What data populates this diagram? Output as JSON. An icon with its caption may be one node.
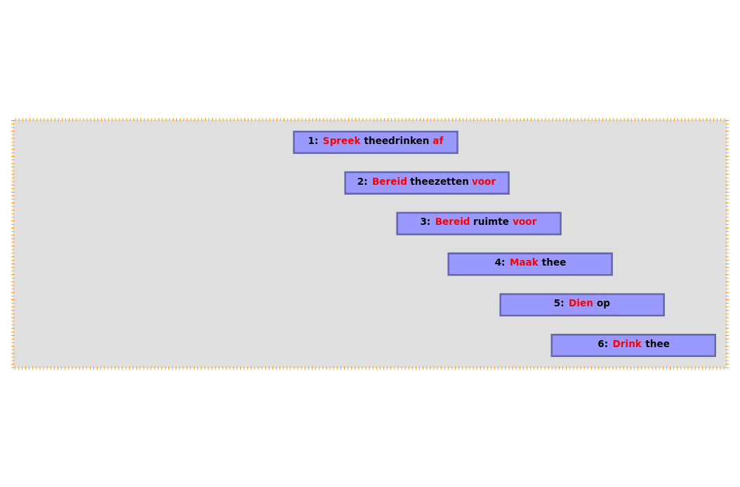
{
  "diagram": {
    "nodes": [
      {
        "text": [],
        "shape": "box"
      },
      {
        "text": [
          "1: Spreek theedrinken af"
        ],
        "in": 0
      },
      {
        "text": [
          "2: Bereid theezetten voor"
        ],
        "in": 0
      },
      {
        "text": [
          "3: Bereid ruimte voor"
        ],
        "in": 0
      },
      {
        "text": [
          "4: Maak thee"
        ],
        "in": 0
      },
      {
        "text": [
          "5: Dien op"
        ],
        "in": 0
      },
      {
        "text": [
          "6: Drink thee"
        ],
        "in": 0
      }
    ],
    "edges": []
  }
}
